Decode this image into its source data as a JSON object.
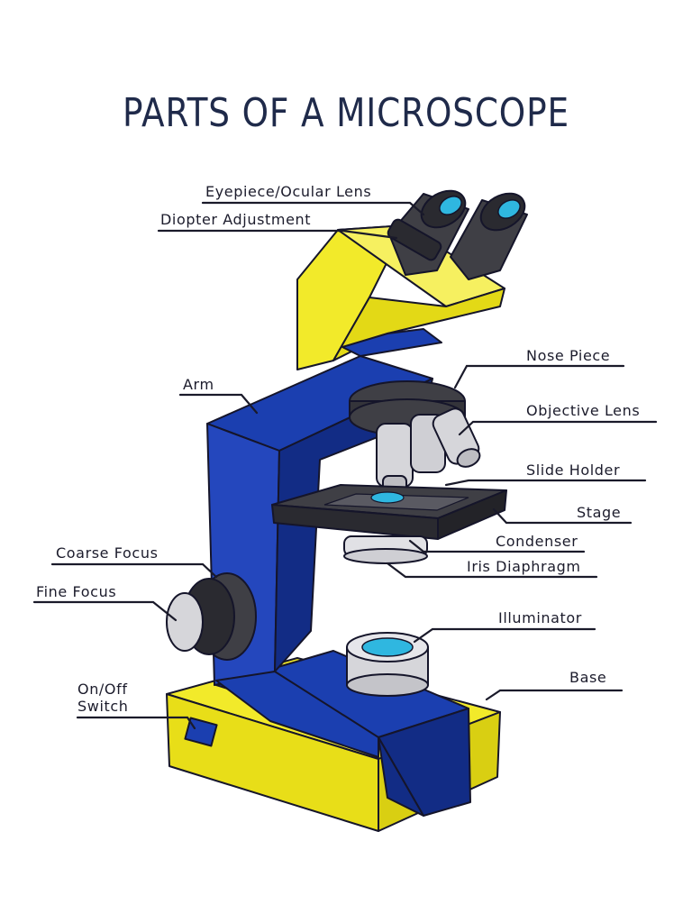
{
  "title": "PARTS OF A MICROSCOPE",
  "labels": {
    "eyepiece": "Eyepiece/Ocular Lens",
    "diopter": "Diopter Adjustment",
    "nose_piece": "Nose Piece",
    "arm": "Arm",
    "objective_lens": "Objective Lens",
    "slide_holder": "Slide Holder",
    "stage": "Stage",
    "condenser": "Condenser",
    "coarse_focus": "Coarse Focus",
    "iris_diaphragm": "Iris Diaphragm",
    "fine_focus": "Fine Focus",
    "illuminator": "Illuminator",
    "base": "Base",
    "switch_line1": "On/Off",
    "switch_line2": "Switch"
  },
  "colors": {
    "title": "#1f2a4a",
    "yellow": "#f2ea2a",
    "blue": "#1b3fb0",
    "dark_blue": "#122c85",
    "gray_dark": "#3f3f45",
    "gray_light": "#d6d6da",
    "lens_blue": "#2fb7e0"
  }
}
